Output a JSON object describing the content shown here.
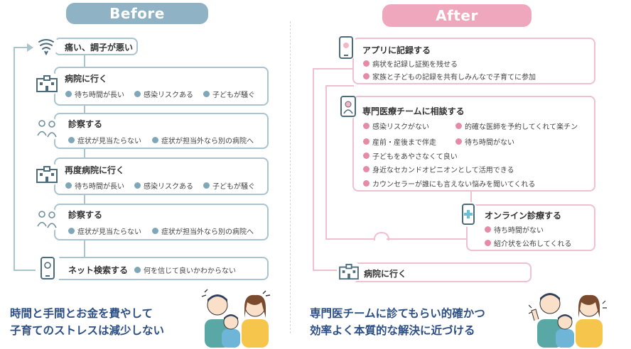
{
  "before": {
    "label": "Before",
    "steps": [
      {
        "title": "痛い、調子が悪い",
        "items": []
      },
      {
        "title": "病院に行く",
        "items": [
          "待ち時間が長い",
          "感染リスクある",
          "子どもが騒ぐ"
        ]
      },
      {
        "title": "診察する",
        "items": [
          "症状が見当たらない",
          "症状が担当外なら別の病院へ"
        ]
      },
      {
        "title": "再度病院に行く",
        "items": [
          "待ち時間が長い",
          "感染リスクある",
          "子どもが騒ぐ"
        ]
      },
      {
        "title": "診察する",
        "items": [
          "症状が見当たらない",
          "症状が担当外なら別の病院へ"
        ]
      },
      {
        "title": "ネット検索する",
        "items": [
          "何を信じて良いかわからない"
        ]
      }
    ],
    "footer": [
      "時間と手間とお金を費やして",
      "子育てのストレスは減少しない"
    ]
  },
  "after": {
    "label": "After",
    "steps": [
      {
        "title": "アプリに記録する",
        "items": [
          "病状を記録し証拠を残せる",
          "家族と子どもの記録を共有しみんなで子育てに参加"
        ]
      },
      {
        "title": "専門医療チームに相談する",
        "items": [
          "感染リスクがない",
          "的確な医師を予約してくれて楽チン",
          "産前・産後まで伴走",
          "待ち時間がない",
          "子どもをあやさなくて良い",
          "身近なセカンドオピニオンとして活用できる",
          "カウンセラーが誰にも言えない悩みを聞いてくれる"
        ]
      },
      {
        "title": "オンライン診療する",
        "items": [
          "待ち時間がない",
          "紹介状を公布してくれる"
        ]
      },
      {
        "title": "病院に行く",
        "items": []
      }
    ],
    "footer": [
      "専門医チームに診てもらい的確かつ",
      "効率よく本質的な解決に近づける"
    ]
  },
  "colors": {
    "before_accent": "#8fb3c4",
    "after_accent": "#efa7bd",
    "footer_text": "#2c4f86"
  },
  "icons": [
    "pain-icon",
    "hospital-icon",
    "doctor-icon",
    "smartphone-icon",
    "app-record-icon",
    "medical-team-icon",
    "online-clinic-icon",
    "family-illustration"
  ]
}
